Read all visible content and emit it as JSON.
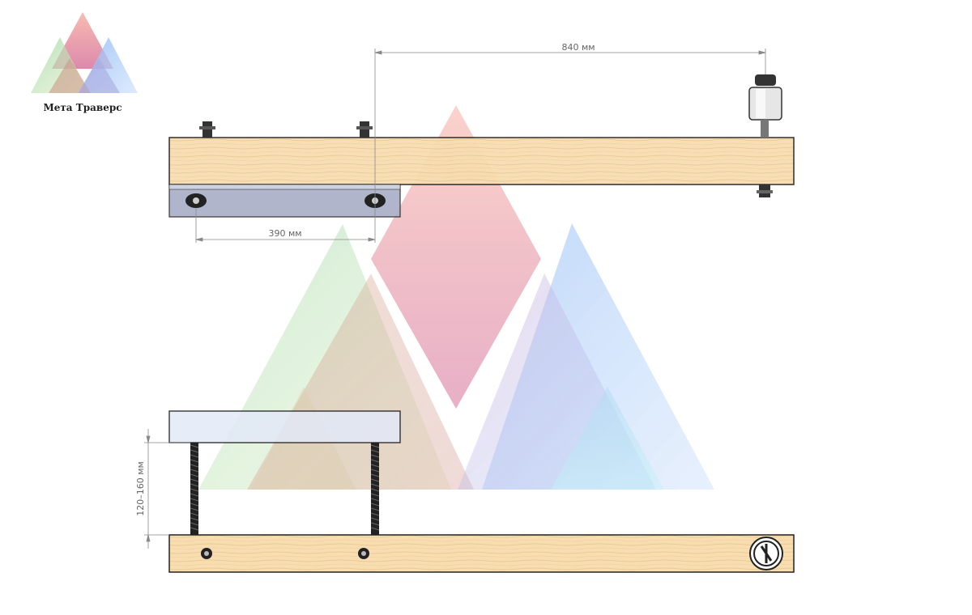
{
  "logo": {
    "company_name": "Мета Траверс",
    "icon": "triangles-logo-icon"
  },
  "dimensions": {
    "top_span": "840 мм",
    "bracket_span": "390 мм",
    "height_range": "120–160 мм"
  },
  "colors": {
    "wood": "#f7dcaa",
    "bracket": "#a9aec6",
    "pad": "#e3e9f8",
    "red": "#e07a8d",
    "green": "#9fd5a5",
    "blue": "#8fbbf5"
  }
}
